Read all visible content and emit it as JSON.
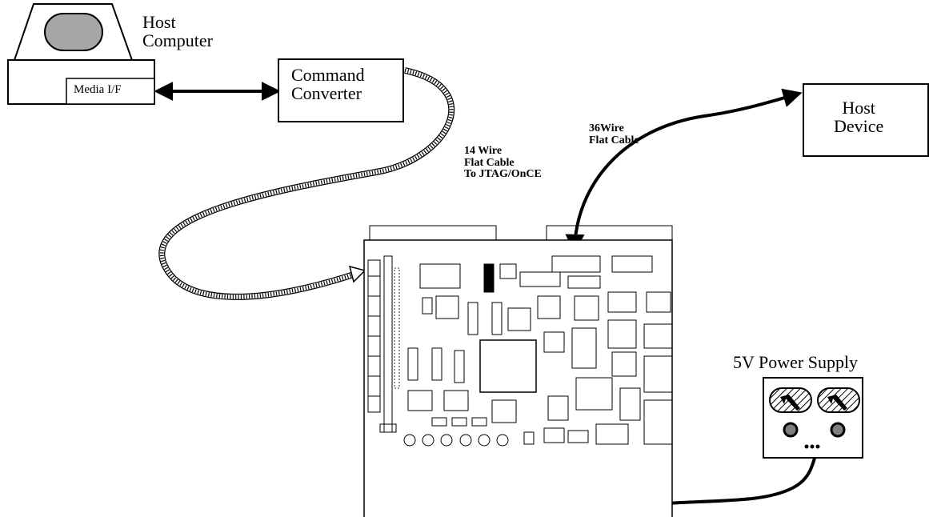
{
  "host_computer": {
    "line1": "Host",
    "line2": "Computer",
    "media_label": "Media I/F"
  },
  "command_converter": {
    "line1": "Command",
    "line2": "Converter"
  },
  "host_device": {
    "line1": "Host",
    "line2": "Device"
  },
  "cable_14": {
    "line1": "14 Wire",
    "line2": "Flat Cable",
    "line3": "To JTAG/OnCE"
  },
  "cable_36": {
    "line1": "36Wire",
    "line2": "Flat Cable"
  },
  "power_supply": {
    "title": "5V Power Supply"
  }
}
